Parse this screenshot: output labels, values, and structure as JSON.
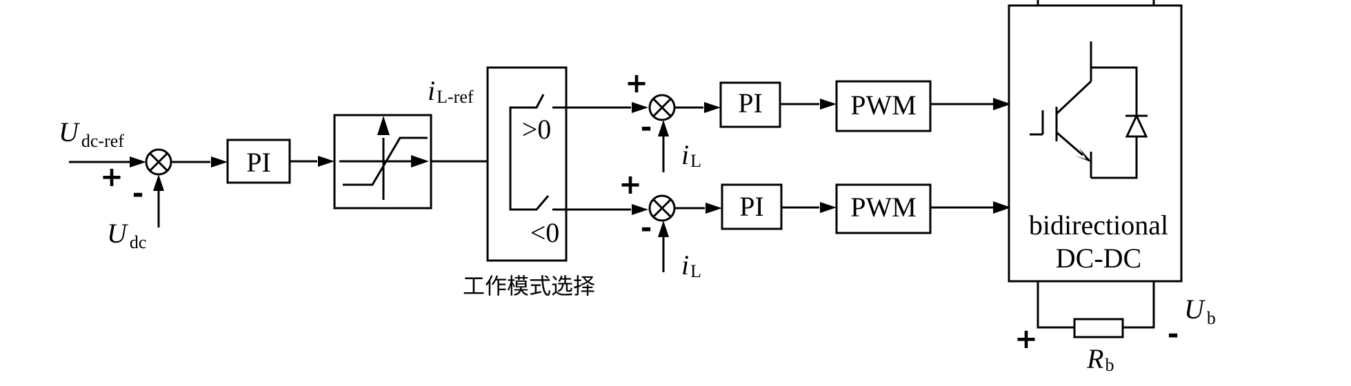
{
  "labels": {
    "u_dc_ref": {
      "main": "U",
      "sub": "dc-ref"
    },
    "u_dc": {
      "main": "U",
      "sub": "dc"
    },
    "i_l_ref": {
      "main": "i",
      "sub": "L-ref"
    },
    "i_l_top": {
      "main": "i",
      "sub": "L"
    },
    "i_l_bottom": {
      "main": "i",
      "sub": "L"
    },
    "u_b": {
      "main": "U",
      "sub": "b"
    },
    "r_b": {
      "main": "R",
      "sub": "b"
    }
  },
  "signs": {
    "plus": "+",
    "minus": "-"
  },
  "blocks": {
    "pi_outer": "PI",
    "pi_top": "PI",
    "pi_bottom": "PI",
    "pwm_top": "PWM",
    "pwm_bottom": "PWM"
  },
  "switch": {
    "upper_condition": ">0",
    "lower_condition": "<0",
    "caption": "工作模式选择"
  },
  "converter": {
    "line1": "bidirectional",
    "line2": "DC-DC"
  },
  "icons": [
    "summing-junction-icon",
    "saturation-limiter-icon",
    "switch-icon",
    "igbt-icon",
    "diode-icon",
    "resistor-icon"
  ]
}
